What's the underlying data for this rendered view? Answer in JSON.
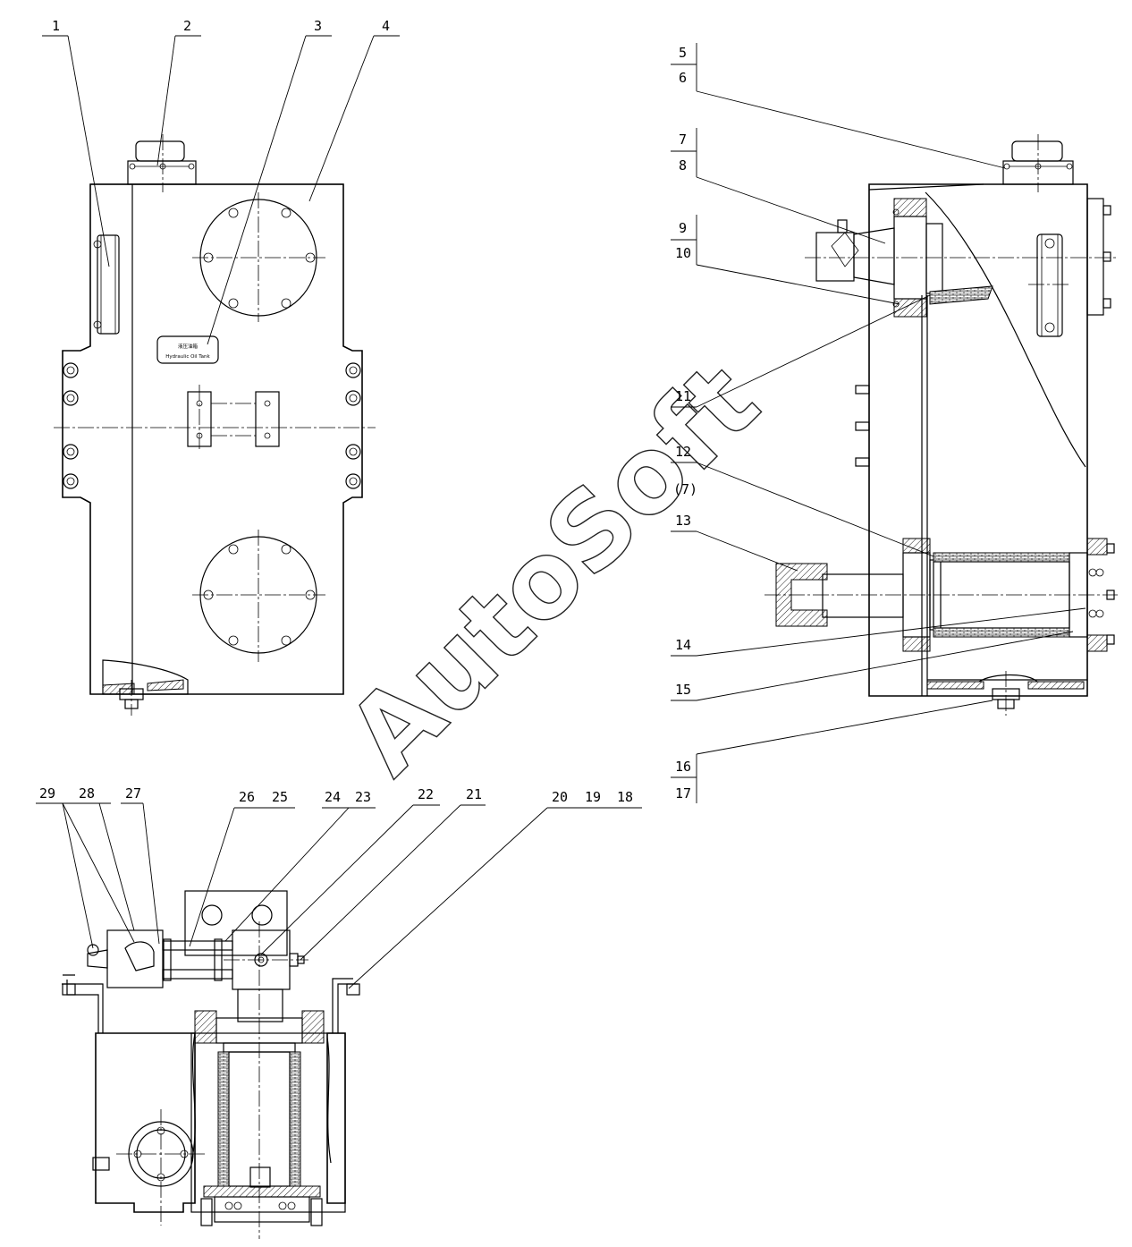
{
  "callouts": {
    "c1": "1",
    "c2": "2",
    "c3": "3",
    "c4": "4",
    "c5": "5",
    "c6": "6",
    "c7": "7",
    "c8": "8",
    "c9": "9",
    "c10": "10",
    "c11": "11",
    "c12": "12",
    "c7b": "(7)",
    "c13": "13",
    "c14": "14",
    "c15": "15",
    "c16": "16",
    "c17": "17",
    "c18": "18",
    "c19": "19",
    "c20": "20",
    "c21": "21",
    "c22": "22",
    "c23": "23",
    "c24": "24",
    "c25": "25",
    "c26": "26",
    "c27": "27",
    "c28": "28",
    "c29": "29"
  },
  "nameplate": {
    "chinese": "液压油箱",
    "english": "Hydraulic Oil Tank"
  },
  "watermark": "AutoSoft"
}
